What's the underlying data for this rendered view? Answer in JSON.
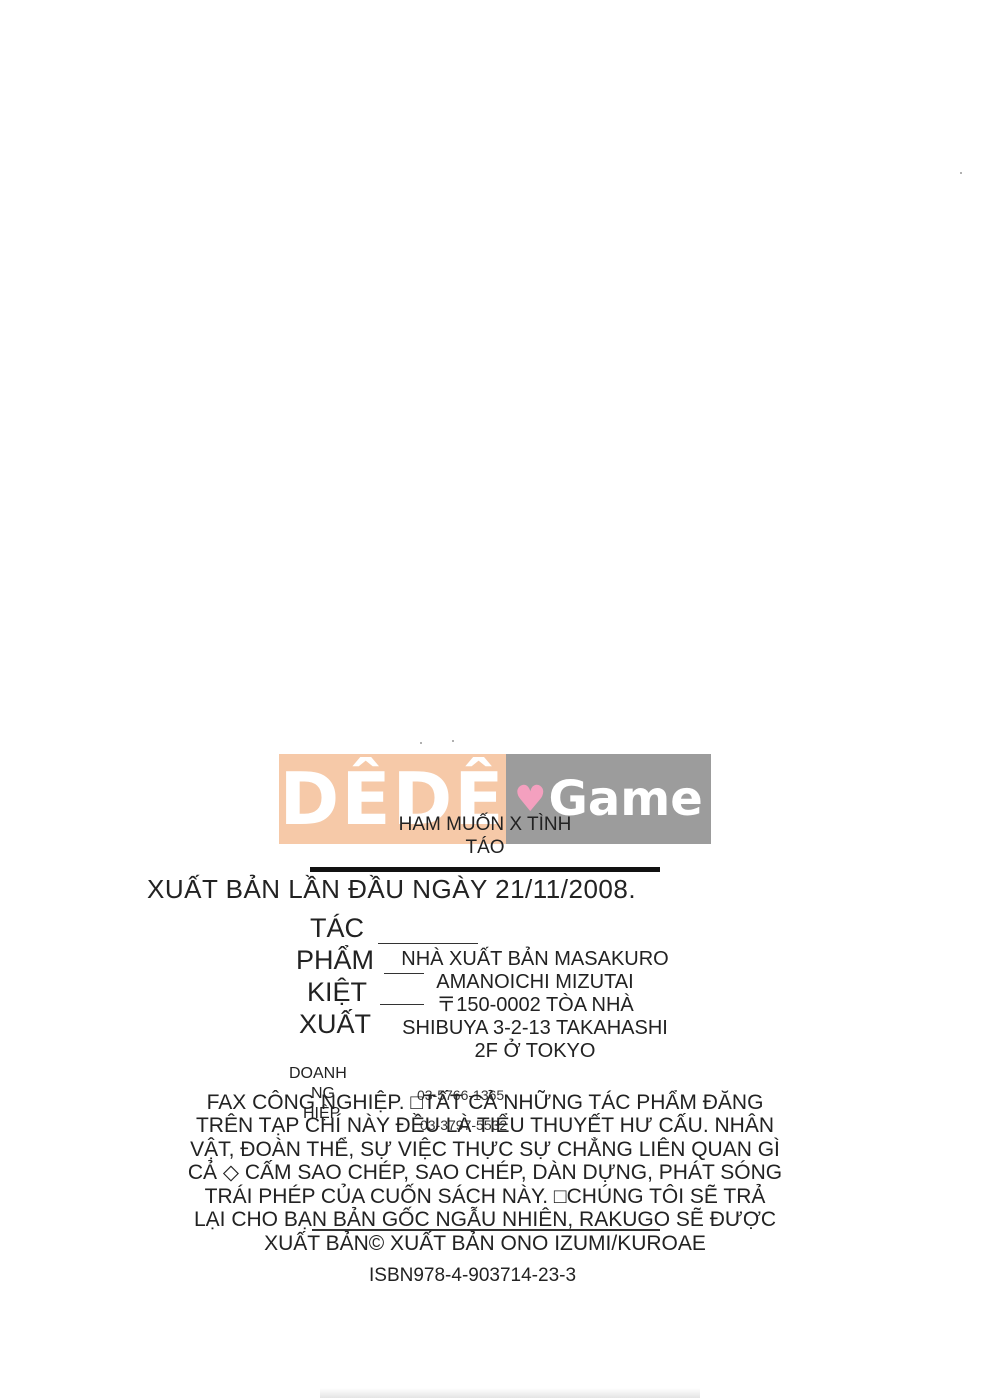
{
  "watermark": {
    "left_text": "DÊDÊ",
    "heart": "♥",
    "right_text": "Game",
    "colors": {
      "left_bg": "#f6c9a8",
      "right_bg": "#9c9c9c",
      "heart": "#f4a0bf"
    }
  },
  "book": {
    "title_line1": "HAM MUỐN X TÌNH",
    "title_line2": "TÁO",
    "first_publication": "XUẤT BẢN LẦN ĐẦU NGÀY 21/11/2008."
  },
  "labels": {
    "tac": "TÁC",
    "pham": "PHẨM",
    "kiet": "KIỆT",
    "xuat": "XUẤT"
  },
  "publisher": {
    "line1": "NHÀ XUẤT BẢN MASAKURO",
    "line2": "AMANOICHI MIZUTAI",
    "line3": "〒150-0002 TÒA NHÀ",
    "line4": "SHIBUYA 3-2-13 TAKAHASHI",
    "line5": "2F Ở TOKYO"
  },
  "business": {
    "label1": "DOANH",
    "label2": "NG",
    "label3": "HIỆP",
    "phone": "03-5766-1365",
    "fax_overlap": "03-3797-5532"
  },
  "notice": {
    "line1": "FAX CÔNG NGHIỆP. □TẤT CẢ NHỮNG TÁC PHẨM ĐĂNG",
    "line2": "TRÊN TẠP CHÍ NÀY ĐỀU LÀ TIỂU THUYẾT HƯ CẤU. NHÂN",
    "line3": "VẬT, ĐOÀN THỂ, SỰ VIỆC THỰC SỰ CHẲNG LIÊN QUAN GÌ",
    "line4": "CẢ ◇ CẤM SAO CHÉP, SAO CHÉP, DÀN DỰNG, PHÁT SÓNG",
    "line5": "TRÁI PHÉP CỦA CUỐN SÁCH NÀY. □CHÚNG TÔI SẼ TRẢ",
    "line6": "LẠI CHO BẠN BẢN GỐC NGẪU NHIÊN, RAKUGO SẼ ĐƯỢC",
    "line7": "XUẤT BẢN© XUẤT BẢN ONO IZUMI/KUROAE"
  },
  "isbn": "ISBN978-4-903714-23-3"
}
